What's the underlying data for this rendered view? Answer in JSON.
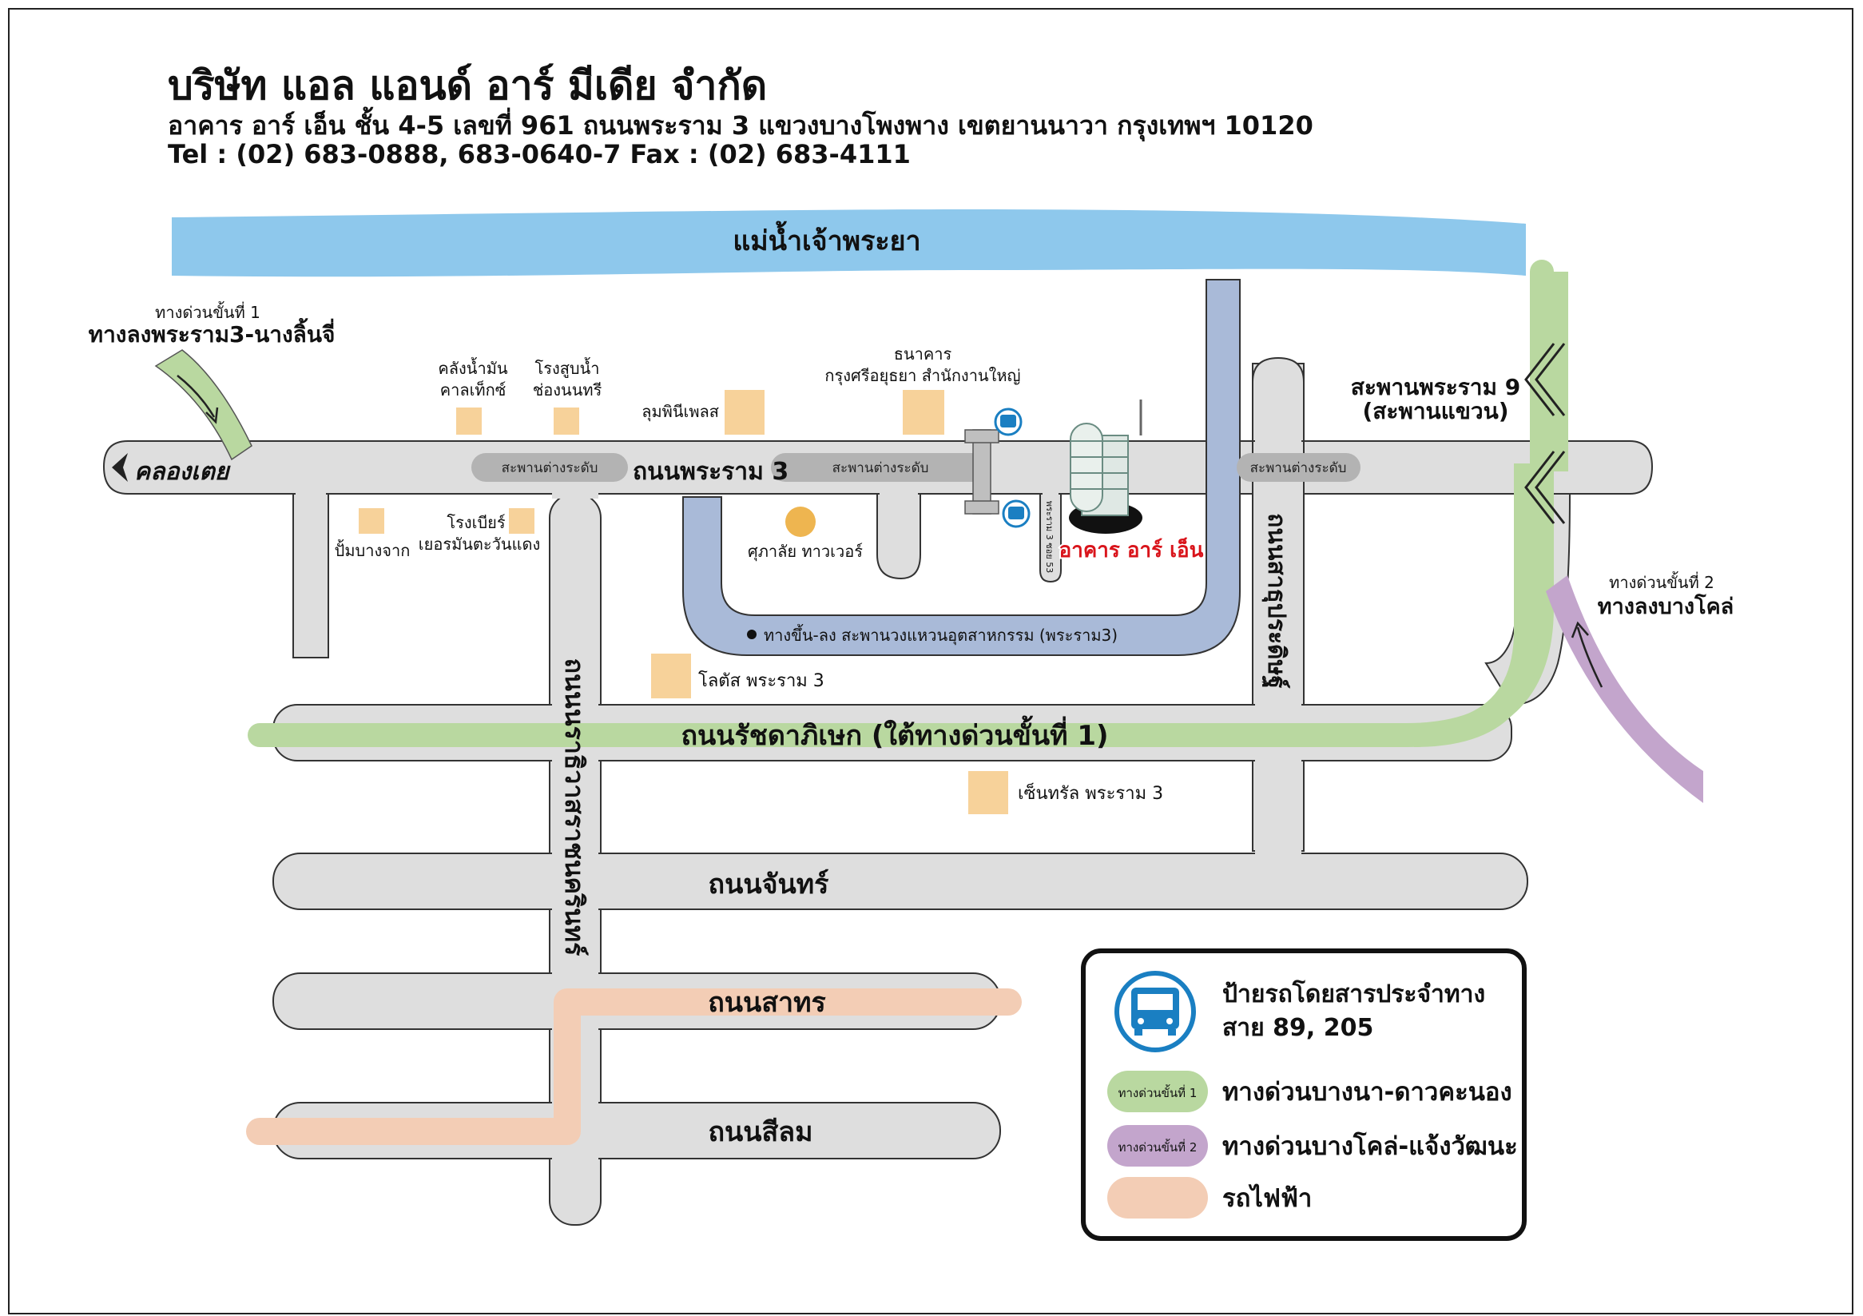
{
  "company": {
    "name": "บริษัท แอล แอนด์ อาร์ มีเดีย จำกัด",
    "address": "อาคาร อาร์ เอ็น ชั้น 4-5 เลขที่ 961 ถนนพระราม 3 แขวงบางโพงพาง เขตยานนาวา กรุงเทพฯ 10120",
    "contact": "Tel : (02) 683-0888, 683-0640-7 Fax : (02) 683-4111"
  },
  "river": {
    "label": "แม่น้ำเจ้าพระยา"
  },
  "roads": {
    "rama3": "ถนนพระราม 3",
    "ratchada": "ถนนรัชดาภิเษก (ใต้ทางด่วนขั้นที่ 1)",
    "chan": "ถนนจันทร์",
    "sathorn": "ถนนสาทร",
    "silom": "ถนนสีลม",
    "narathiwat": "ถนนนราธิวาสราชนครินทร์",
    "sathupradit": "ถนนสาธุประดิษฐ์",
    "soi53": "พระราม 3 ซอย 53",
    "khlong_toei": "คลองเตย",
    "overpass": "สะพานต่างระดับ"
  },
  "expressway": {
    "exit1_top": "ทางด่วนขั้นที่ 1",
    "exit1_bottom": "ทางลงพระราม3-นางลิ้นจี่",
    "exit2_top": "ทางด่วนขั้นที่ 2",
    "exit2_bottom": "ทางลงบางโคล่",
    "industrial_ring": "ทางขึ้น-ลง สะพานวงแหวนอุตสาหกรรม (พระราม3)"
  },
  "bridge": {
    "line1": "สะพานพระราม 9",
    "line2": "(สะพานแขวน)"
  },
  "landmarks": {
    "caltex_1": "คลังน้ำมัน",
    "caltex_2": "คาลเท็กซ์",
    "water_1": "โรงสูบน้ำ",
    "water_2": "ช่องนนทรี",
    "lumpini": "ลุมพินีเพลส",
    "bank_1": "ธนาคาร",
    "bank_2": "กรุงศรีอยุธยา สำนักงานใหญ่",
    "pump": "ปั้มบางจาก",
    "brewery_1": "โรงเบียร์",
    "brewery_2": "เยอรมันตะวันแดง",
    "sukhalai": "ศุภาลัย ทาวเวอร์",
    "lotus": "โลตัส พระราม 3",
    "central": "เซ็นทรัล พระราม 3",
    "rn_building": "อาคาร อาร์ เอ็น"
  },
  "legend": {
    "bus_line1": "ป้ายรถโดยสารประจำทาง",
    "bus_line2": "สาย 89, 205",
    "exp1_badge": "ทางด่วนขั้นที่ 1",
    "exp1_label": "ทางด่วนบางนา-ดาวคะนอง",
    "exp2_badge": "ทางด่วนขั้นที่ 2",
    "exp2_label": "ทางด่วนบางโคล่-แจ้งวัฒนะ",
    "skytrain_label": "รถไฟฟ้า"
  },
  "colors": {
    "river": "#8ec8ec",
    "road": "#dedede",
    "road_outline": "#333333",
    "expressway1": "#b9d8a0",
    "expressway2": "#c3a5cc",
    "skytrain": "#f3cdb5",
    "ring": "#a9bad8",
    "landmark": "#f7d29a",
    "bus": "#1a7fc2",
    "rn_label": "#d9141b"
  }
}
